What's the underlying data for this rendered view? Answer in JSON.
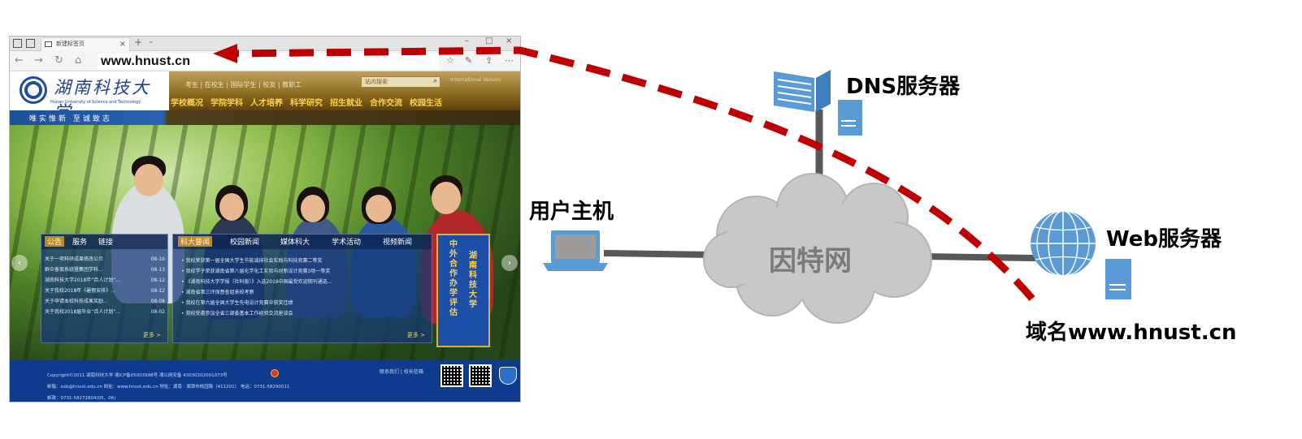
{
  "browser": {
    "tab_title": "新建标签页",
    "url": "www.hnust.cn"
  },
  "site": {
    "logo_cn": "湖南科技大学",
    "logo_en": "Hunan University of Science and Technology",
    "top_links": "考生 | 在校生 | 国际学生 | 校友 | 教职工",
    "search_placeholder": "站内搜索",
    "intl_link": "International Version",
    "nav": [
      "学校概况",
      "学院学科",
      "人才培养",
      "科学研究",
      "招生就业",
      "合作交流",
      "校园生活"
    ],
    "motto": "唯实惟新   至诚致志",
    "notice_tabs": [
      "公告",
      "服务",
      "链接"
    ],
    "notice_items": [
      {
        "text": "关于一项科研成果修改公示",
        "date": "08-16"
      },
      {
        "text": "群众备案系统暨集团学科…",
        "date": "08-13"
      },
      {
        "text": "湖南科技大学2018年“百人计划”…",
        "date": "08-12"
      },
      {
        "text": "关于我校2018年《暑假安排》…",
        "date": "08-12"
      },
      {
        "text": "关于申请本校科技成果奖励…",
        "date": "08-08"
      },
      {
        "text": "关于我校2018届毕业“百人计划”…",
        "date": "08-02"
      }
    ],
    "notice_more": "更多 >",
    "news_tabs": [
      "科大要闻",
      "校园新闻",
      "媒体科大",
      "学术活动",
      "视频新闻"
    ],
    "news_items": [
      "我校荣获第一届全国大学生节能减排社会实践与科技竞赛二等奖",
      "我校学子荣获湖南省第八届化学化工实验与创新设计竞赛3项一等奖",
      "《湖南科技大学学报（社科版）》入选2018中国最受欢迎期刊通选…",
      "湖南省第三环保督查组来校考察",
      "我校在第六届全国大学生先电设计竞赛中获奖佳绩",
      "我校受邀参加全省三部委基本工作经验交流座谈会"
    ],
    "news_more": "更多 >",
    "banner_col1": "中外合作办学评估",
    "banner_col2": "湖南科技大学",
    "footer_line1": "Copyright©2011 湖南科技大学 湘ICP备05003998号 湘公网安备 43030202001073号",
    "footer_line2": "邮箱：xxb@hnust.edu.cn  网址：www.hnust.edu.cn  地址：湖南 · 湘潭市桃园路（411201）  电话：0731-58290011",
    "footer_line3": "邮政：0731-58272804(05、06)",
    "footer_links": "联系我们 | 校长信箱"
  },
  "diagram": {
    "dns_label": "DNS服务器",
    "user_label": "用户主机",
    "internet_label": "因特网",
    "web_label": "Web服务器",
    "domain_label": "域名www.hnust.cn",
    "colors": {
      "arrow": "#c00000",
      "cloud": "#c8c8c8",
      "link": "#585858",
      "device_blue": "#5b9bd5"
    }
  }
}
